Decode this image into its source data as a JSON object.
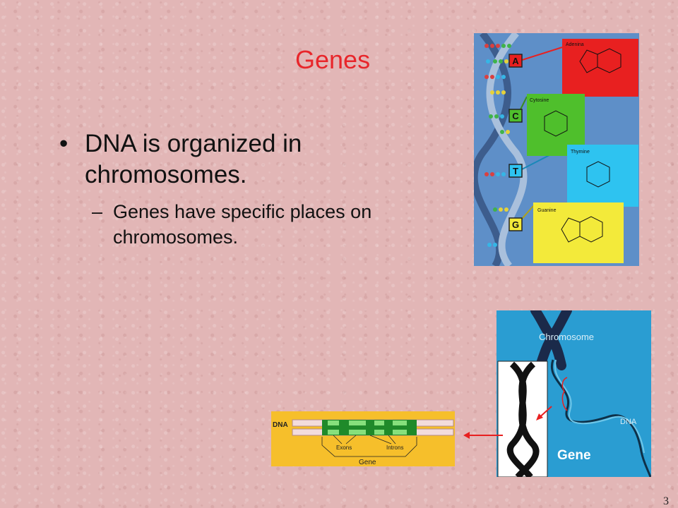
{
  "slide": {
    "title": "Genes",
    "bullet_1": "DNA is organized in chromosomes.",
    "bullet_2": "Genes have specific places on chromosomes.",
    "bullet_1_marker": "•",
    "bullet_2_marker": "–",
    "page_number": "3"
  },
  "figure_bases": {
    "adenine_label": "Adenina",
    "cytosine_label": "Cytosine",
    "thymine_label": "Thymine",
    "guanine_label": "Guanine",
    "letter_a": "A",
    "letter_c": "C",
    "letter_t": "T",
    "letter_g": "G",
    "colors": {
      "adenine": "#e82020",
      "cytosine": "#4fbf2c",
      "thymine": "#2ec3f0",
      "guanine": "#f3ea3a"
    }
  },
  "figure_chromosome": {
    "chromosome_label": "Chromosome",
    "dna_label": "DNA",
    "gene_label": "Gene"
  },
  "figure_gene": {
    "dna_label": "DNA",
    "exons_label": "Exons",
    "introns_label": "Introns",
    "gene_label": "Gene"
  }
}
